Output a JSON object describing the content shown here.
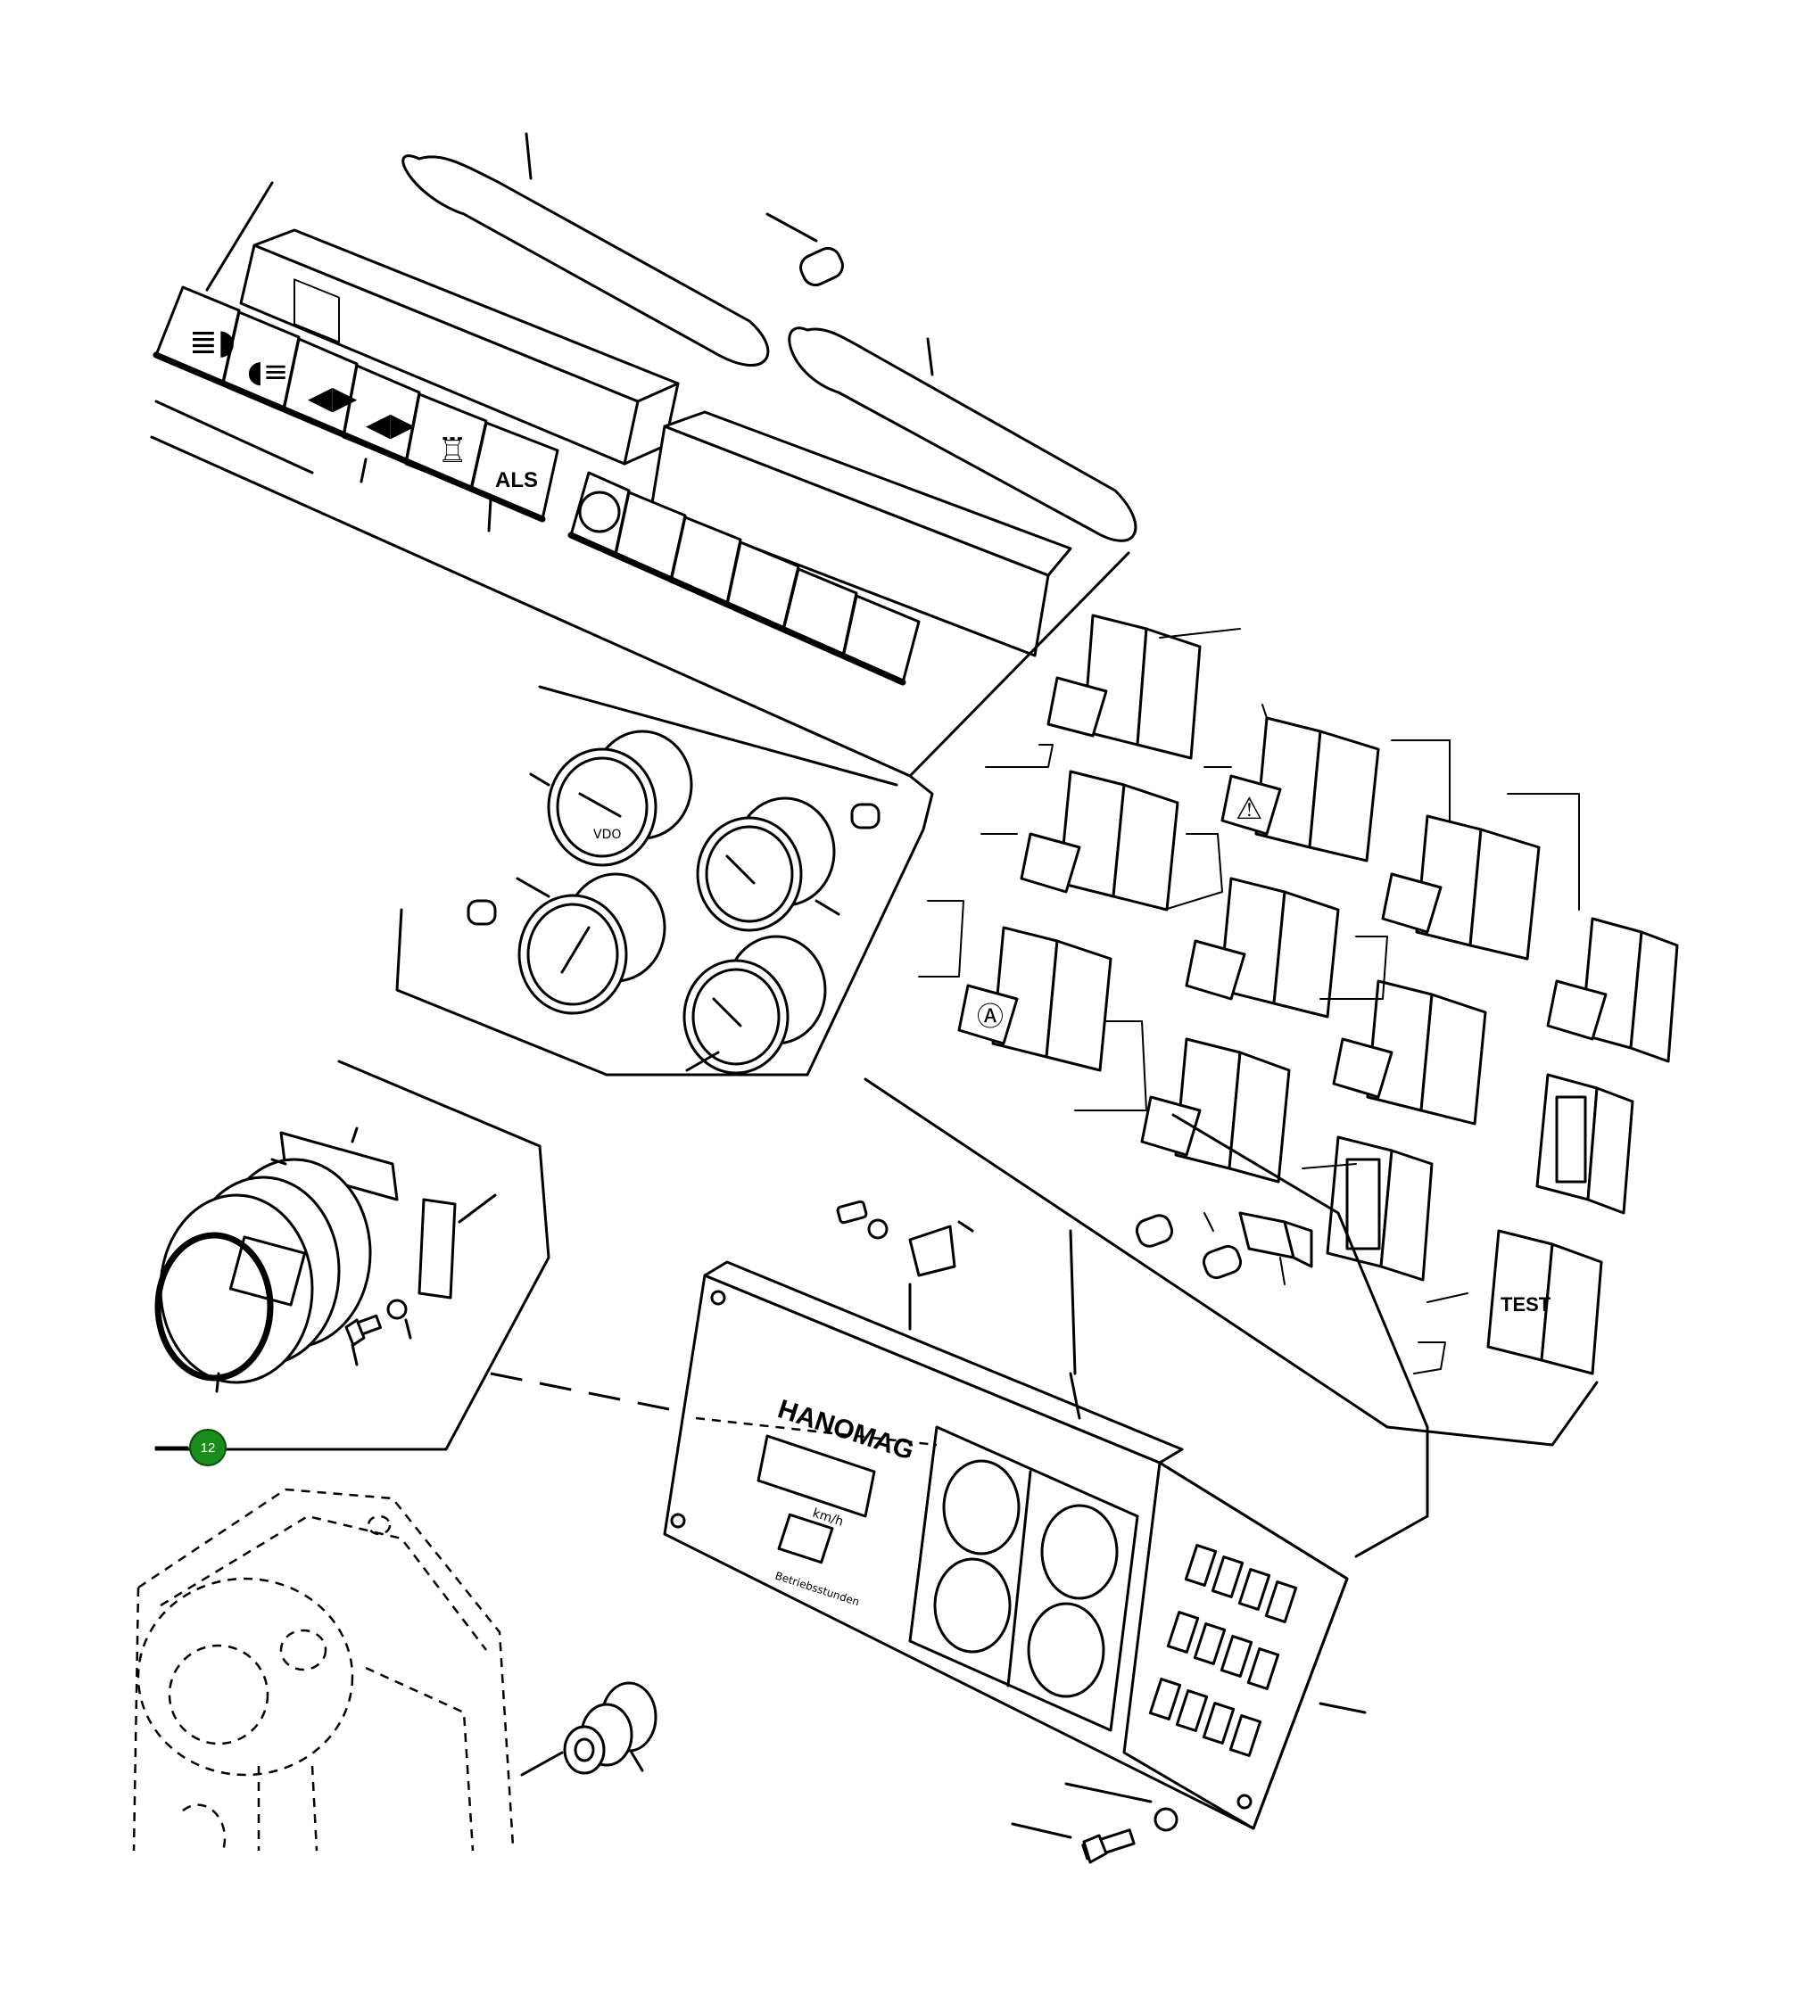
{
  "diagram": {
    "panel_brand": "HANOMAG",
    "hour_meter_unit": "km/h",
    "hours_label": "Betriebsstunden",
    "switch_label_als": "ALS",
    "switch_label_test": "TEST",
    "gauge_scale_label": "VDO",
    "callout": {
      "number": "12",
      "color": "#1a8c1a"
    }
  }
}
